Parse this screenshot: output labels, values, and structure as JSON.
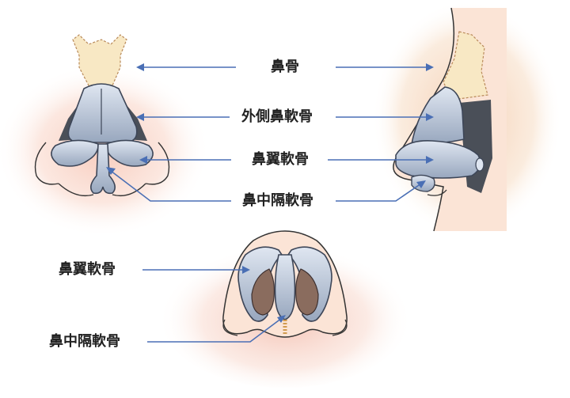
{
  "labels": {
    "nasal_bone": "鼻骨",
    "upper_lateral_cartilage": "外側鼻軟骨",
    "alar_cartilage_top": "鼻翼軟骨",
    "septal_cartilage_top": "鼻中隔軟骨",
    "alar_cartilage_bottom": "鼻翼軟骨",
    "septal_cartilage_bottom": "鼻中隔軟骨"
  },
  "colors": {
    "skin_glow": "#f6c1b0",
    "skin_fill": "#fbe4d6",
    "bone_fill": "#f8e8c4",
    "bone_outline": "#b98a5a",
    "cartilage_fill": "#a9b7cc",
    "cartilage_light": "#dfe6f1",
    "cartilage_outline": "#3d4658",
    "dark_shadow": "#4a4f58",
    "arrow": "#4a6fb5",
    "outline": "#333333"
  }
}
